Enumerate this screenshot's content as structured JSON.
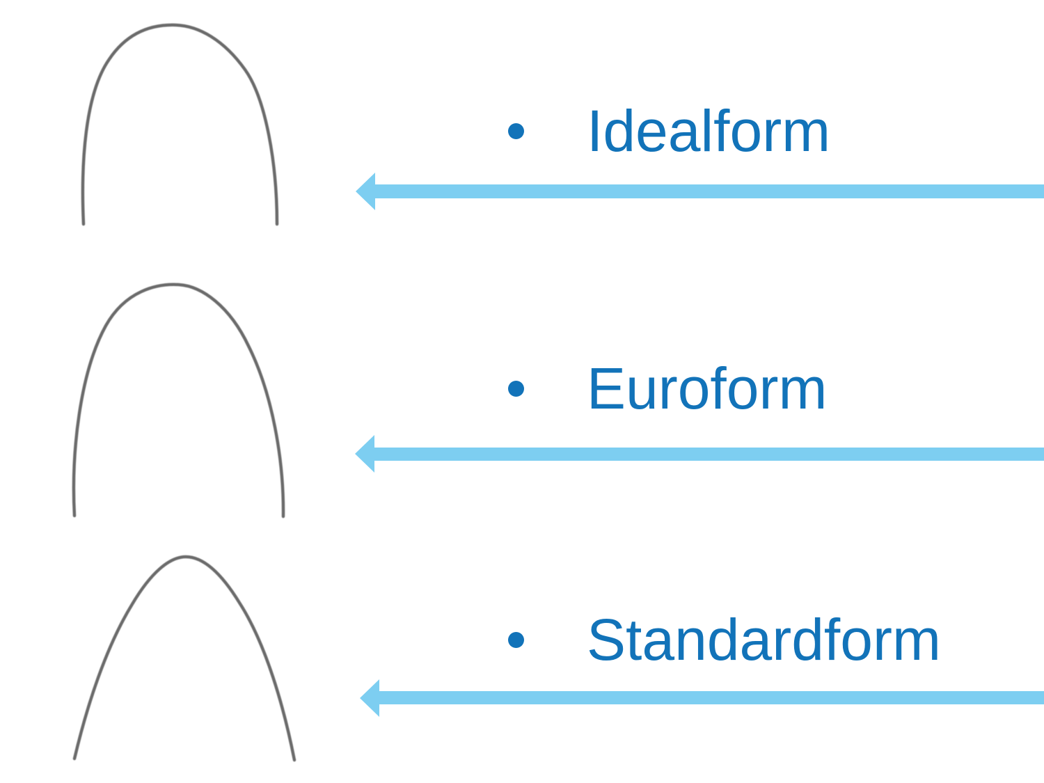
{
  "slide": {
    "items": [
      {
        "label": "Idealform",
        "wire_icon": "archwire-idealform-curve",
        "arrow_icon": "left-arrow-icon"
      },
      {
        "label": "Euroform",
        "wire_icon": "archwire-euroform-curve",
        "arrow_icon": "left-arrow-icon"
      },
      {
        "label": "Standardform",
        "wire_icon": "archwire-standardform-curve",
        "arrow_icon": "left-arrow-icon"
      }
    ]
  },
  "icons": {
    "bullet-dot-icon": "●",
    "left-arrow-icon": "←",
    "archwire-curve-icon": "∩"
  },
  "colors": {
    "label-blue": "#1273B9",
    "arrow-blue": "#7DCEF1",
    "wire-gray": "#6B6B6B",
    "bg": "#FFFFFF"
  }
}
